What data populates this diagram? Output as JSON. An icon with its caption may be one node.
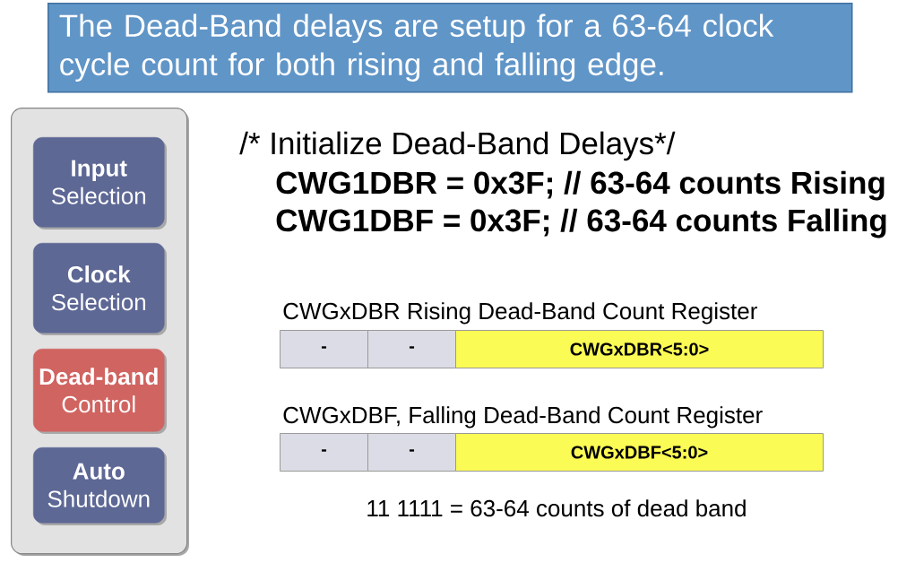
{
  "diagram": {
    "nodes": [
      {
        "text": [
          "The Dead-Band delays are setup for a 63-64 clock cycle count for both rising and falling edge."
        ]
      },
      {
        "text": [],
        "shape": "box"
      },
      {
        "text": [
          "Input",
          "Selection"
        ],
        "in": 1
      },
      {
        "text": [
          "Clock",
          "Selection"
        ],
        "in": 1
      },
      {
        "text": [
          "Dead-band",
          "Control"
        ],
        "in": 1
      },
      {
        "text": [
          "Auto",
          "Shutdown"
        ],
        "in": 1
      },
      {
        "text": [
          "-"
        ]
      },
      {
        "text": [
          "-"
        ]
      },
      {
        "text": [
          "CWGxDBR<5:0>"
        ]
      },
      {
        "text": [
          "-"
        ]
      },
      {
        "text": [
          "-"
        ]
      },
      {
        "text": [
          "CWGxDBF<5:0>"
        ]
      }
    ],
    "labels": [
      "/* Initialize Dead-Band Delays*/",
      "CWG1DBR = 0x3F; // 63-64 counts Rising",
      "CWG1DBF = 0x3F; // 63-64 counts Falling",
      "CWGxDBR Rising Dead-Band Count Register",
      "CWGxDBF, Falling Dead-Band Count Register",
      "11 1111 = 63-64 counts of dead band"
    ]
  }
}
